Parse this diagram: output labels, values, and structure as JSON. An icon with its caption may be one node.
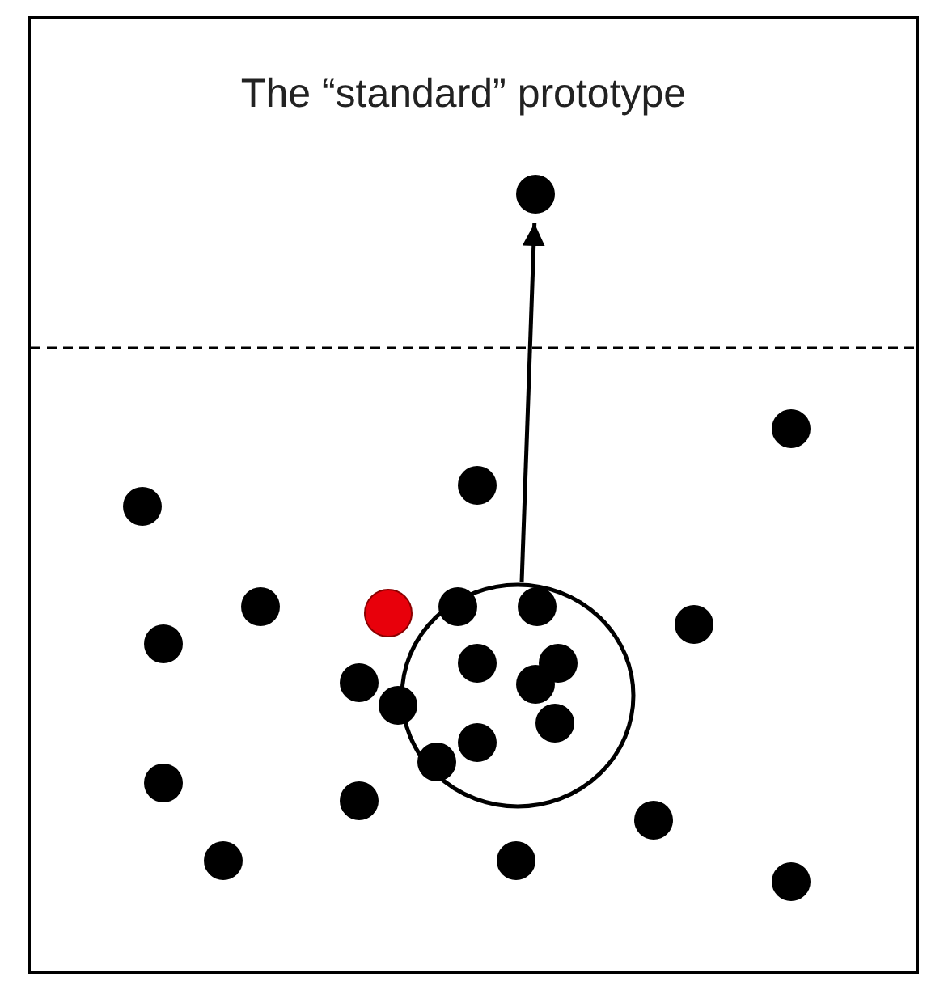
{
  "diagram": {
    "title": "The “standard” prototype",
    "nodes": [
      {
        "text": [],
        "shape": "circle"
      },
      {
        "text": [],
        "shape": "circle"
      },
      {
        "text": [],
        "shape": "circle"
      },
      {
        "text": [],
        "shape": "circle"
      },
      {
        "text": [],
        "shape": "circle"
      },
      {
        "text": [],
        "shape": "circle"
      },
      {
        "text": [],
        "shape": "circle"
      },
      {
        "text": [],
        "shape": "circle",
        "in": 4
      },
      {
        "text": [],
        "shape": "circle",
        "in": 4
      },
      {
        "text": [],
        "shape": "circle"
      },
      {
        "text": [],
        "shape": "circle"
      },
      {
        "text": [],
        "shape": "circle",
        "in": 4
      },
      {
        "text": [],
        "shape": "circle",
        "in": 4
      },
      {
        "text": [],
        "shape": "circle",
        "in": 4
      },
      {
        "text": [],
        "shape": "circle"
      },
      {
        "text": [],
        "shape": "circle"
      },
      {
        "text": [],
        "shape": "circle",
        "in": 4
      },
      {
        "text": [],
        "shape": "circle",
        "in": 4
      },
      {
        "text": [],
        "shape": "circle",
        "in": 4
      },
      {
        "text": [],
        "shape": "circle"
      },
      {
        "text": [],
        "shape": "circle"
      },
      {
        "text": [],
        "shape": "circle"
      },
      {
        "text": [],
        "shape": "circle"
      },
      {
        "text": [],
        "shape": "circle"
      },
      {
        "text": [],
        "shape": "circle"
      }
    ],
    "edges": [
      {
        "from": 4,
        "to": 0,
        "arrow": "to"
      }
    ]
  }
}
